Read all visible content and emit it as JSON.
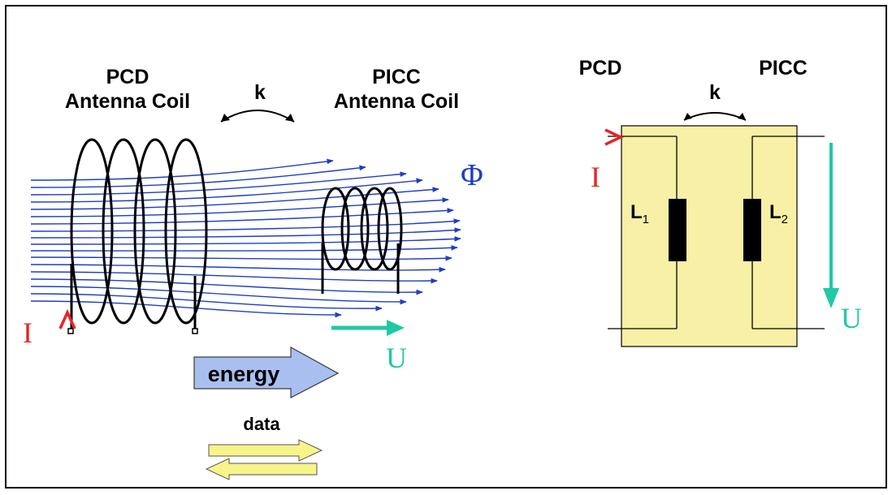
{
  "left": {
    "pcd_title": "PCD",
    "pcd_subtitle": "Antenna Coil",
    "picc_title": "PICC",
    "picc_subtitle": "Antenna Coil",
    "coupling": "k",
    "flux": "Φ",
    "current": "I",
    "voltage": "U",
    "energy": "energy",
    "data": "data"
  },
  "right": {
    "pcd": "PCD",
    "picc": "PICC",
    "coupling": "k",
    "current": "I",
    "voltage": "U",
    "l1": "L",
    "l1_sub": "1",
    "l2": "L",
    "l2_sub": "2"
  },
  "colors": {
    "field": "#1f3fbf",
    "current": "#e3262b",
    "voltage": "#1fc9a4",
    "flux": "#1f3fbf",
    "energy_arrow": "#a9bff0",
    "data_arrow": "#f7f48a",
    "circuit_box": "#f7f0a6"
  }
}
